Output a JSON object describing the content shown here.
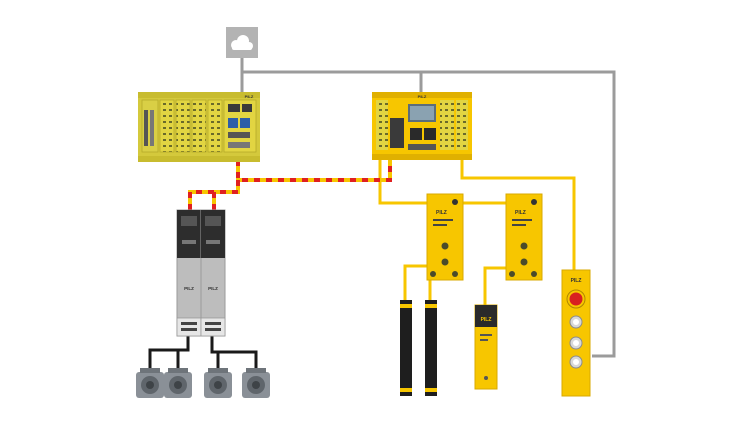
{
  "brand": {
    "logo": "PILZ"
  },
  "colors": {
    "background": "#ffffff",
    "module_yellow": "#e2d542",
    "module_orange_yellow": "#f7c600",
    "drive_gray": "#bdbdbd",
    "drive_dark": "#2d2d2d",
    "cable_gray": "#9b9b9b",
    "cable_yellow": "#f7c600",
    "cable_red": "#e02020",
    "cable_black": "#1a1a1a",
    "motor_gray": "#8a9097",
    "estop_red": "#d82020"
  },
  "icons": {
    "cloud": "cloud-icon",
    "motor": "servo-motor-icon",
    "light_curtain": "light-curtain-icon",
    "estop": "emergency-stop-icon"
  },
  "components": [
    "cloud-service",
    "modular-safety-controller",
    "compact-safety-controller",
    "servo-drive",
    "servo-drive",
    "decentral-io-module",
    "decentral-io-module",
    "light-curtain-pair",
    "safety-sensor",
    "control-device-station",
    "servo-motor",
    "servo-motor",
    "servo-motor",
    "servo-motor"
  ]
}
